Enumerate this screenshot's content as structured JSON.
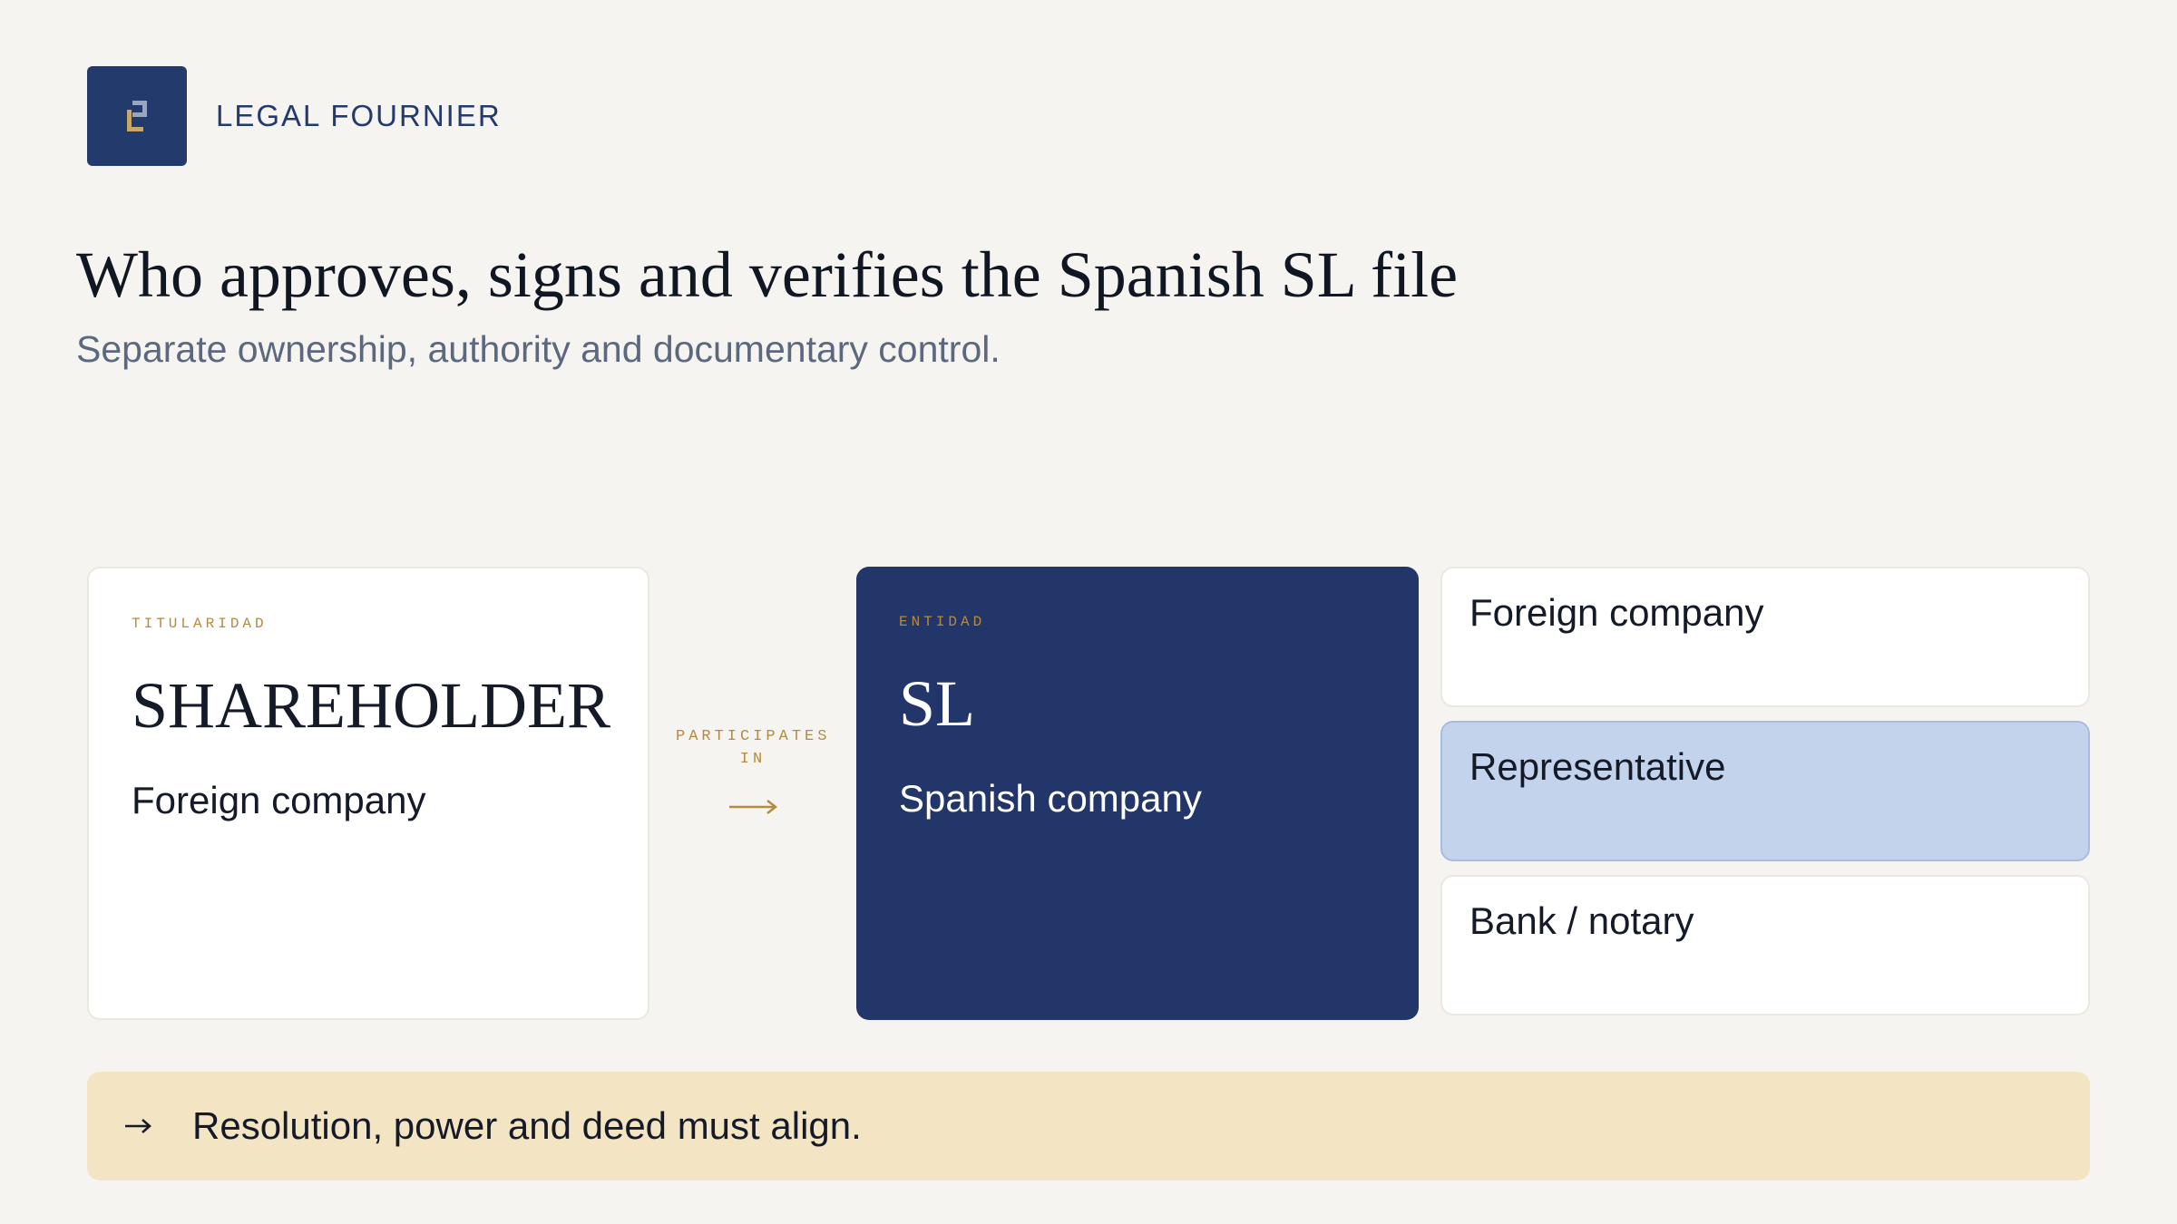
{
  "brand": {
    "name": "LEGAL FOURNIER",
    "logo_icon": "lf-monogram-icon",
    "logo_color": "#233a6c",
    "accent_color": "#b58a3f"
  },
  "header": {
    "title": "Who approves, signs and verifies the Spanish SL file",
    "subtitle": "Separate ownership, authority and documentary control."
  },
  "diagram": {
    "shareholder": {
      "kicker": "TITULARIDAD",
      "title": "SHAREHOLDER",
      "subtitle": "Foreign company"
    },
    "connector": {
      "label": "PARTICIPATES IN",
      "icon": "long-arrow-right-icon"
    },
    "entity": {
      "kicker": "ENTIDAD",
      "title": "SL",
      "subtitle": "Spanish company",
      "color": "#223669"
    },
    "parties": [
      {
        "label": "Foreign company",
        "highlighted": false
      },
      {
        "label": "Representative",
        "highlighted": true
      },
      {
        "label": "Bank / notary",
        "highlighted": false
      }
    ],
    "highlight_color": "#c4d3ec"
  },
  "callout": {
    "icon": "arrow-right-icon",
    "text": "Resolution, power and deed must align.",
    "background": "#f3e4c3"
  }
}
